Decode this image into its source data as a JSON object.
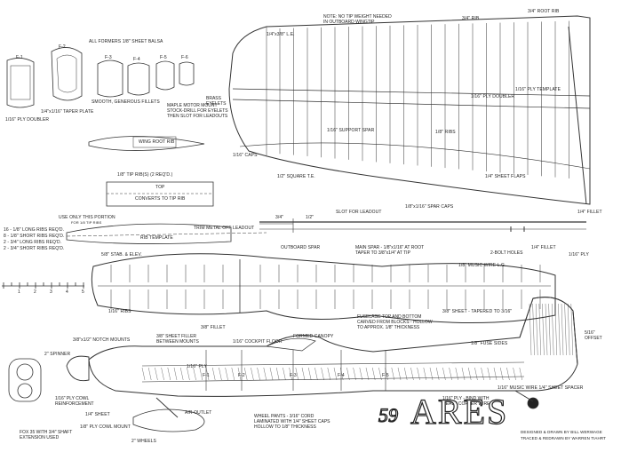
{
  "formers": {
    "header": "ALL FORMERS 1/8\" SHEET BALSA",
    "labels": [
      "F-1",
      "F-2",
      "F-3",
      "F-4",
      "F-5",
      "F-6"
    ],
    "taper_plate": "1/4\"x1/16\" TAPER PLATE",
    "smooth_fillets": "SMOOTH, GENEROUS FILLETS",
    "doubler": "1/16\" PLY DOUBLER"
  },
  "wing": {
    "le": "1/4\"x3/8\" L.E.",
    "tip_note": "NOTE: NO TIP WEIGHT NEEDED\nIN OUTBOARD WINGTIP",
    "sheet_3_4": "3/4\" RIB",
    "root_rib": "3/4\" ROOT RIB",
    "brass_eyelets": "BRASS\nEYELETS",
    "motor_mount_note": "MAPLE MOTOR MOUNT\nSTOCK-DRILL FOR EYELETS\nTHEN SLOT FOR LEADOUTS",
    "ply_doubler": "1/16\" PLY DOUBLER",
    "ply_template": "1/16\" PLY TEMPLATE",
    "support_spar": "1/16\" SUPPORT SPAR",
    "ribs": "1/8\" RIBS",
    "caps": "1/16\" CAPS",
    "square_te": "1/2\" SQUARE T.E.",
    "sheet_flaps": "1/4\" SHEET FLAPS",
    "fillet": "1/4\" FILLET",
    "wing_root_rib": "WING ROOT RIB",
    "tip_rib_req": "1/8\" TIP RIB(S) (2 REQ'D.)",
    "convert_tip": "CONVERTS TO TIP RIB",
    "top": "TOP"
  },
  "ribs": {
    "use_portion": "USE ONLY THIS PORTION",
    "tip_rib_small": "FOR 1/8 TIP RIBS",
    "rib_list": [
      "16 - 1/8\" LONG RIBS REQ'D.",
      "8 - 1/8\" SHORT RIBS REQ'D.",
      "2 - 3/4\" LONG RIBS REQ'D.",
      "2 - 3/4\" SHORT RIBS REQ'D."
    ],
    "template": "RIB TEMPLATE",
    "trim_metal": "TRIM METAL OFF LEADOUT"
  },
  "spar": {
    "dim_a": "3/4\"",
    "dim_b": "1/2\"",
    "slot": "SLOT FOR LEADOUT",
    "spar_caps": "1/8\"x1/16\" SPAR CAPS",
    "outboard_spar": "OUTBOARD SPAR",
    "main_spar": "MAIN SPAR - 1/8\"x1/16\" AT ROOT\nTAPER TO 3/8\"x1/4\" AT TIP",
    "holes": "2-BOLT HOLES",
    "music_wire": "1/8\" MUSIC WIRE L.G.",
    "ply_1_16": "1/16\" PLY",
    "fillet_1_4": "1/4\" FILLET"
  },
  "stab": {
    "label": "5/8\" STAB. & ELEV.",
    "ribs": "1/16\" RIBS",
    "fillet": "3/8\" FILLET"
  },
  "fuselage": {
    "sheet_tapered": "3/8\" SHEET - TAPERED TO 3/16\"",
    "top_bottom": "FUSELAGE TOP AND BOTTOM\nCARVED FROM BLOCKS - HOLLOW\nTO APPROX. 1/8\" THICKNESS",
    "notch_mounts": "3/8\"x1/2\" NOTCH MOUNTS",
    "filler": "3/8\" SHEET FILLER\nBETWEEN MOUNTS",
    "cockpit_floor": "1/16\" COCKPIT FLOOR",
    "canopy": "FORMED CANOPY",
    "spinner": "2\" SPINNER",
    "ply_cowl": "1/16\" PLY COWL\nREINFORCEMENT",
    "fuse_sides": "1/8\" FUSE SIDES",
    "offset": "5/16\"\nOFFSET",
    "ply_1_16": "1/16\" PLY",
    "sheet_1_4": "1/4\" SHEET",
    "air_outlet": "AIR OUTLET",
    "cowl_mount": "1/8\" PLY COWL MOUNT",
    "shaft_ext": "FOX 35 WITH 3/4\" SHAFT\nEXTENSION USED",
    "wheels": "2\" WHEELS",
    "music_wire": "1/16\" MUSIC WIRE 1/4\" SHEET SPACER",
    "ply_band": "1/16\" PLY - BIND WITH\nHEAVY COPPER WIRE",
    "wheel_pants": "WHEEL PANTS - 3/16\" CORD\nLAMINATED WITH 1/4\" SHEET CAPS\nHOLLOW TO 1/8\" THICKNESS",
    "formers_in_fuse": [
      "F-1",
      "F-2",
      "F-3",
      "F-4",
      "F-5"
    ]
  },
  "title_block": {
    "year": "59",
    "name": "ARES",
    "credit_1": "DESIGNED & DRAWN BY BILL WERWAGE",
    "credit_2": "TRACED & REDRAWN BY WARREN TIAHRT"
  },
  "scale_ticks": [
    "1",
    "2",
    "3",
    "4",
    "5"
  ]
}
